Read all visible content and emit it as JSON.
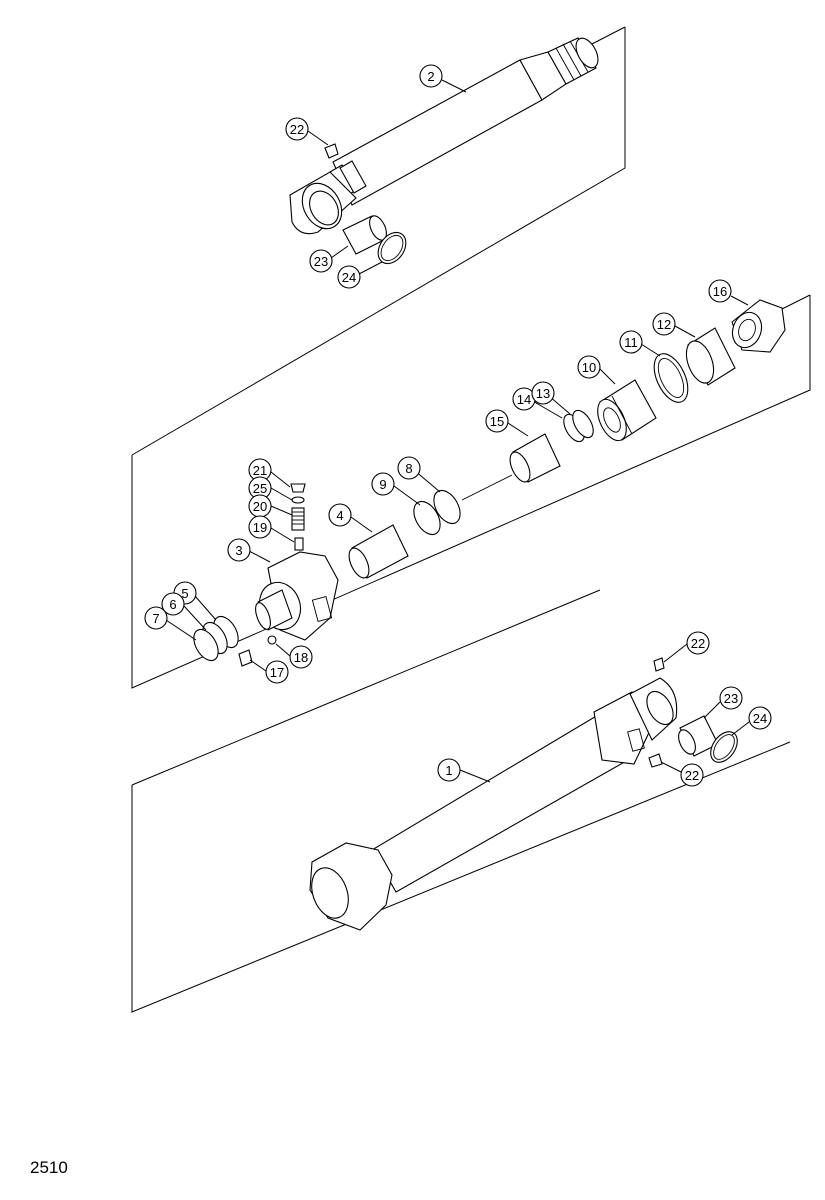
{
  "page_number": "2510",
  "callouts": [
    {
      "id": "c2",
      "label": "2"
    },
    {
      "id": "c22a",
      "label": "22"
    },
    {
      "id": "c23a",
      "label": "23"
    },
    {
      "id": "c24a",
      "label": "24"
    },
    {
      "id": "c16",
      "label": "16"
    },
    {
      "id": "c12",
      "label": "12"
    },
    {
      "id": "c11",
      "label": "11"
    },
    {
      "id": "c10",
      "label": "10"
    },
    {
      "id": "c14",
      "label": "14"
    },
    {
      "id": "c13",
      "label": "13"
    },
    {
      "id": "c15",
      "label": "15"
    },
    {
      "id": "c21",
      "label": "21"
    },
    {
      "id": "c25",
      "label": "25"
    },
    {
      "id": "c20",
      "label": "20"
    },
    {
      "id": "c19",
      "label": "19"
    },
    {
      "id": "c8",
      "label": "8"
    },
    {
      "id": "c9",
      "label": "9"
    },
    {
      "id": "c4",
      "label": "4"
    },
    {
      "id": "c3",
      "label": "3"
    },
    {
      "id": "c5",
      "label": "5"
    },
    {
      "id": "c6",
      "label": "6"
    },
    {
      "id": "c7",
      "label": "7"
    },
    {
      "id": "c18",
      "label": "18"
    },
    {
      "id": "c17",
      "label": "17"
    },
    {
      "id": "c22b",
      "label": "22"
    },
    {
      "id": "c23b",
      "label": "23"
    },
    {
      "id": "c24b",
      "label": "24"
    },
    {
      "id": "c1",
      "label": "1"
    },
    {
      "id": "c22c",
      "label": "22"
    }
  ]
}
